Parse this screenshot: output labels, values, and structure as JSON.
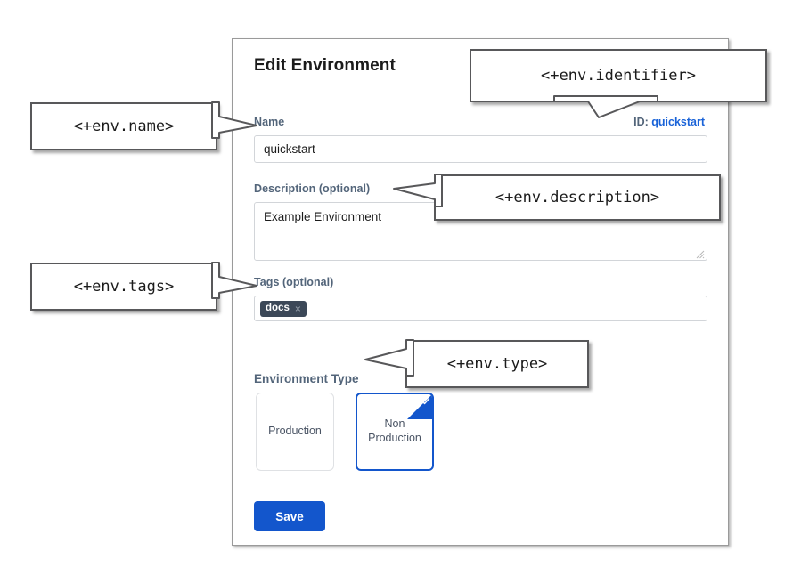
{
  "panel": {
    "title": "Edit Environment",
    "id_prefix": "ID:",
    "id_value": "quickstart",
    "fields": {
      "name": {
        "label": "Name",
        "value": "quickstart",
        "placeholder": ""
      },
      "description": {
        "label": "Description (optional)",
        "value": "Example Environment",
        "placeholder": ""
      },
      "tags": {
        "label": "Tags (optional)",
        "chips": [
          {
            "text": "docs",
            "remove_icon": "×"
          }
        ],
        "placeholder": ""
      },
      "environment_type": {
        "label": "Environment Type",
        "options": [
          {
            "label": "Production",
            "selected": false
          },
          {
            "label": "Non\nProduction",
            "line1": "Non",
            "line2": "Production",
            "selected": true
          }
        ]
      }
    },
    "save_label": "Save"
  },
  "annotations": [
    {
      "key": "name",
      "text": "<+env.name>"
    },
    {
      "key": "tags",
      "text": "<+env.tags>"
    },
    {
      "key": "identifier",
      "text": "<+env.identifier>"
    },
    {
      "key": "description",
      "text": "<+env.description>"
    },
    {
      "key": "type",
      "text": "<+env.type>"
    }
  ],
  "colors": {
    "accent_blue": "#1356cc",
    "link_blue": "#1a63d8",
    "label_slate": "#53657a",
    "tag_chip_bg": "#3c4858",
    "panel_border": "#9a9a9a",
    "callout_border": "#58585a"
  }
}
